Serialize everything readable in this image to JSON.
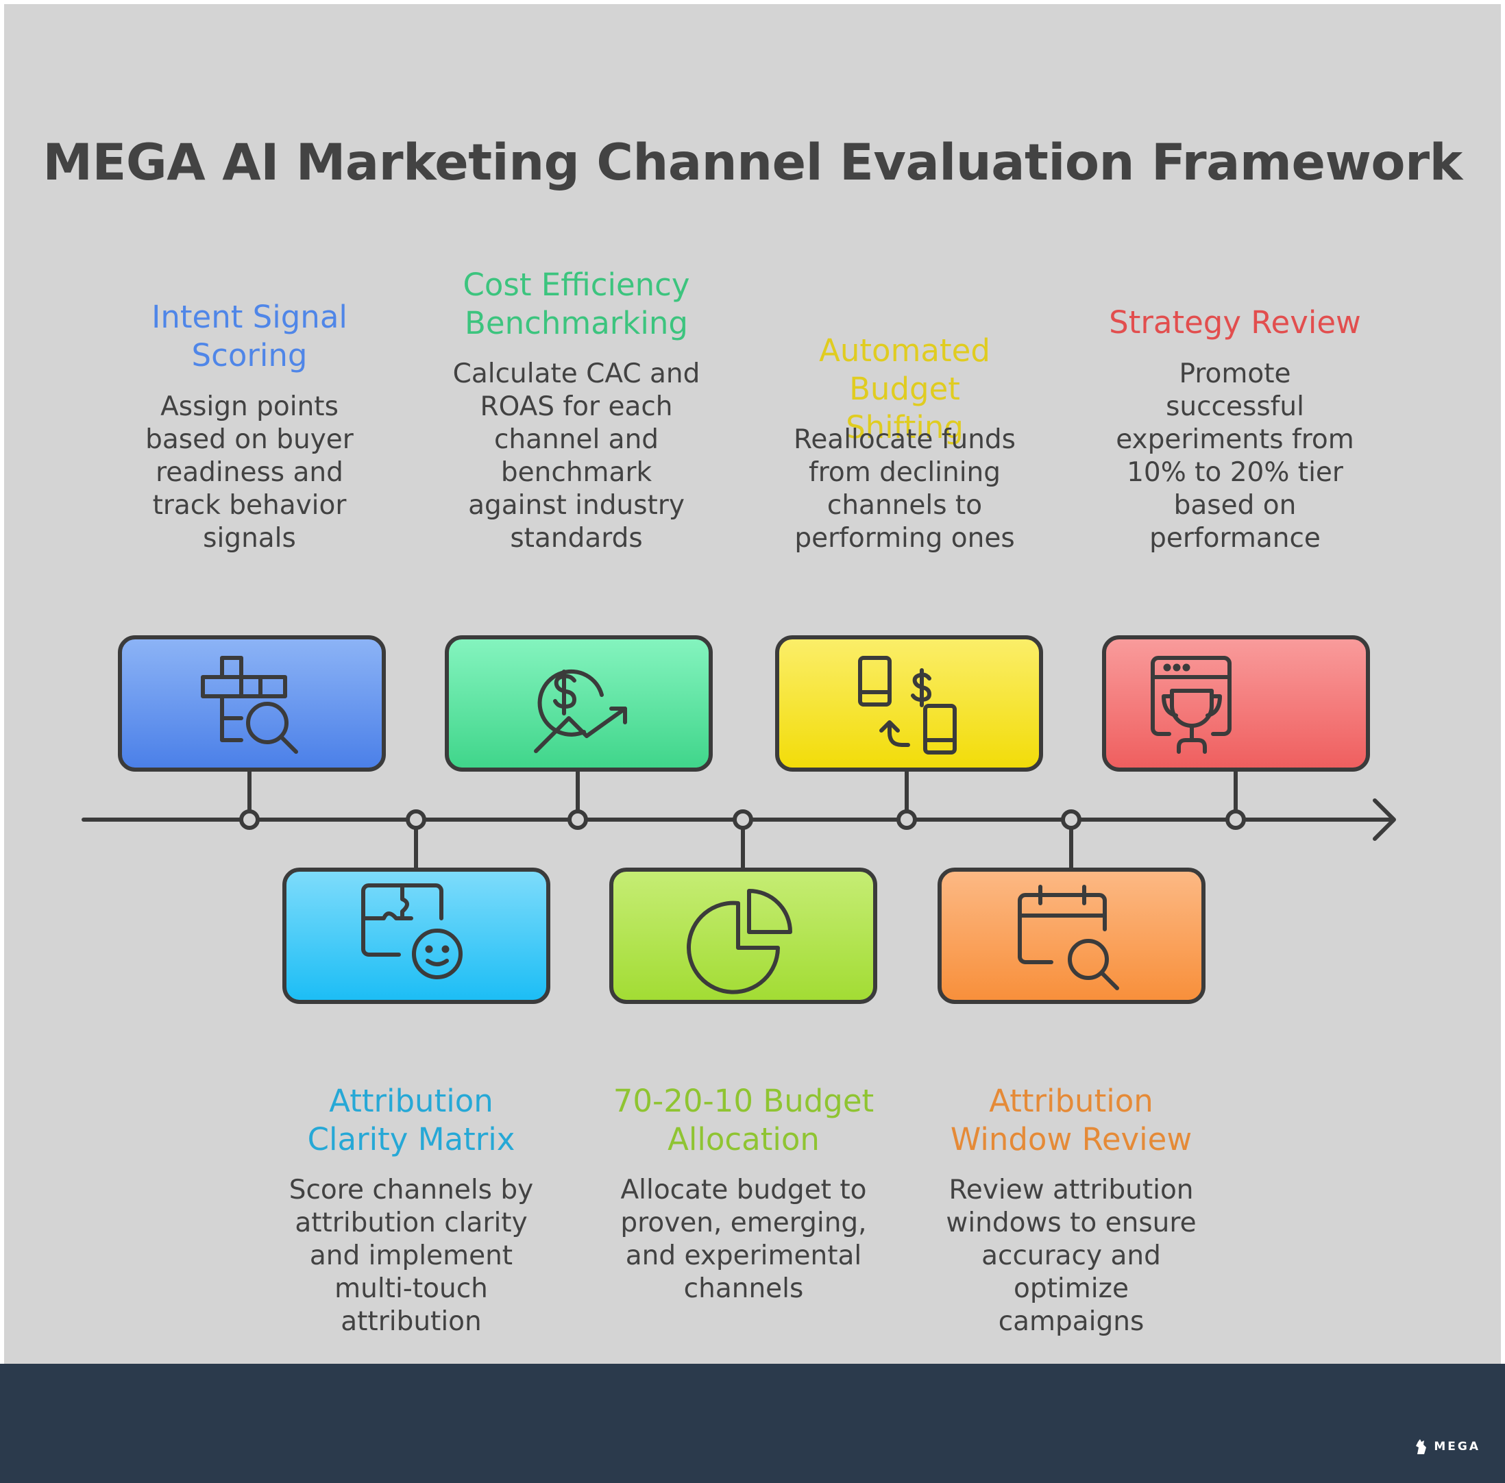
{
  "title": "MEGA AI Marketing Channel Evaluation Framework",
  "steps": [
    {
      "title": "Intent Signal Scoring",
      "description": "Assign points based on buyer readiness and track behavior signals",
      "icon": "crossword-search-icon",
      "color": "#4f86e8",
      "text_color": "#4f86e8"
    },
    {
      "title": "Attribution Clarity Matrix",
      "description": "Score channels by attribution clarity and implement multi-touch attribution",
      "icon": "puzzle-face-icon",
      "color": "#28c0f4",
      "text_color": "#26a8d6"
    },
    {
      "title": "Cost Efficiency Benchmarking",
      "description": "Calculate CAC and ROAS for each channel and benchmark against industry standards",
      "icon": "dollar-growth-icon",
      "color": "#46d68f",
      "text_color": "#3cc47e"
    },
    {
      "title": "70-20-10 Budget Allocation",
      "description": "Allocate budget to proven, emerging, and experimental channels",
      "icon": "pie-chart-icon",
      "color": "#a6dc38",
      "text_color": "#8fc432"
    },
    {
      "title": "Automated Budget Shifting",
      "description": "Reallocate funds from declining channels to performing ones",
      "icon": "money-transfer-icon",
      "color": "#f4df10",
      "text_color": "#e0cc20"
    },
    {
      "title": "Attribution Window Review",
      "description": "Review attribution windows to ensure accuracy and optimize campaigns",
      "icon": "calendar-search-icon",
      "color": "#f99a48",
      "text_color": "#e58a37"
    },
    {
      "title": "Strategy Review",
      "description": "Promote successful experiments from 10% to 20% tier based on performance",
      "icon": "trophy-window-icon",
      "color": "#f26565",
      "text_color": "#e24e4e"
    }
  ],
  "footer": {
    "brand": "MEGA"
  }
}
